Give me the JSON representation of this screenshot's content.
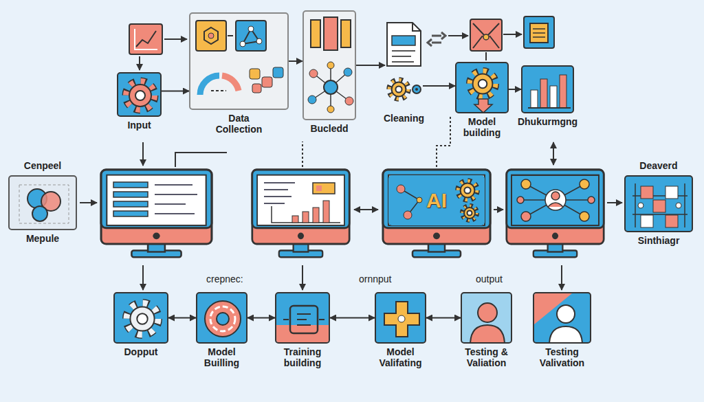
{
  "diagram": {
    "nodes": [
      {
        "text": [
          "Input"
        ]
      },
      {
        "text": [
          "Data Collection"
        ]
      },
      {
        "text": [
          "Bucledd"
        ]
      },
      {
        "text": [
          "Cleaning"
        ]
      },
      {
        "text": [
          "Model building"
        ]
      },
      {
        "text": [
          "Dhukurmgng"
        ]
      },
      {
        "text": [
          "Cenpeel",
          "Mepule"
        ]
      },
      {
        "text": [
          "AI"
        ]
      },
      {
        "text": [
          "Deaverd",
          "Sinthiagr"
        ]
      },
      {
        "text": [
          "Dopput"
        ]
      },
      {
        "text": [
          "Model Builling"
        ]
      },
      {
        "text": [
          "Training building"
        ]
      },
      {
        "text": [
          "Model Valifating"
        ]
      },
      {
        "text": [
          "Testing & Valiation"
        ]
      },
      {
        "text": [
          "Testing Valivation"
        ]
      }
    ],
    "edges": [
      {
        "from": 0,
        "to": 1,
        "arrow": "to"
      },
      {
        "from": 1,
        "to": 2,
        "arrow": "to"
      },
      {
        "from": 2,
        "to": 3,
        "arrow": "to"
      },
      {
        "from": 3,
        "to": 4,
        "arrow": "to"
      },
      {
        "from": 4,
        "to": 5,
        "arrow": "to"
      },
      {
        "from": 9,
        "to": 10,
        "arrow": "both"
      },
      {
        "from": 10,
        "to": 11,
        "arrow": "both"
      },
      {
        "from": 11,
        "to": 12,
        "arrow": "both"
      },
      {
        "from": 12,
        "to": 13,
        "arrow": "both"
      }
    ],
    "labels": [
      "crepnec:",
      "ornnput",
      "output"
    ]
  }
}
